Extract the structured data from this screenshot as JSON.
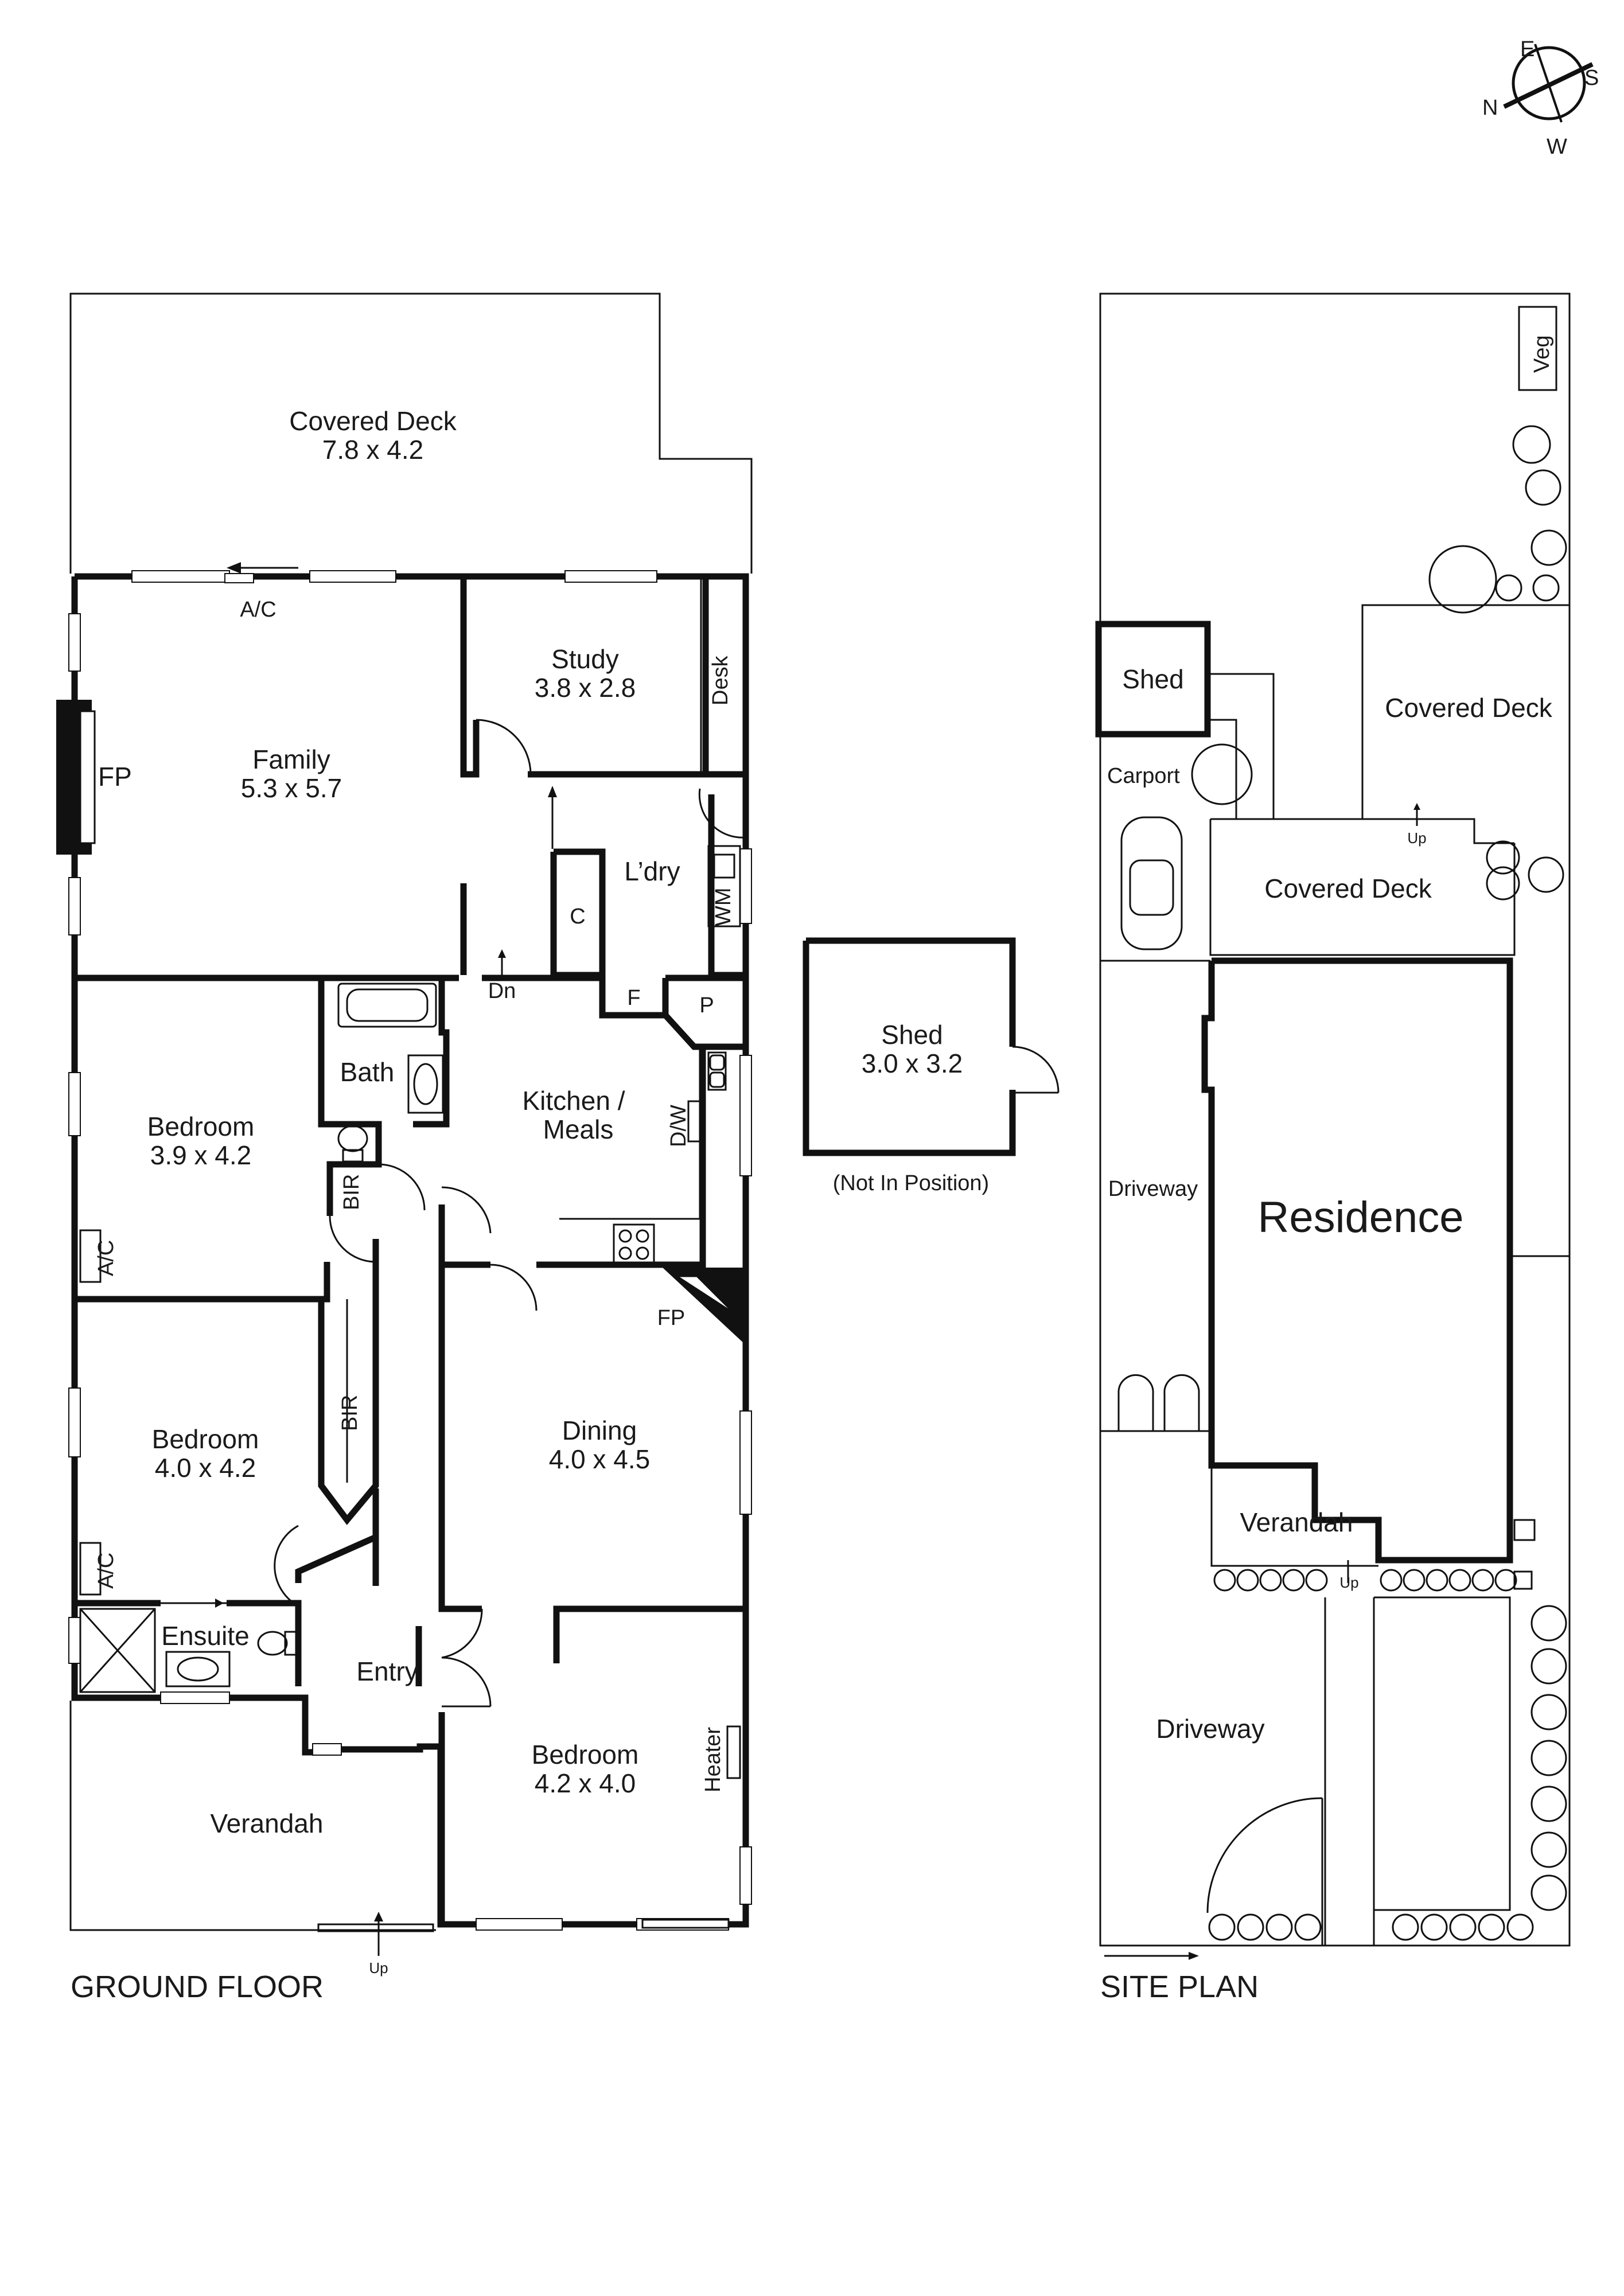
{
  "compass": {
    "n": "N",
    "e": "E",
    "s": "S",
    "w": "W"
  },
  "ground_floor": {
    "title": "GROUND FLOOR",
    "covered_deck": {
      "name": "Covered Deck",
      "dims": "7.8 x 4.2"
    },
    "family": {
      "name": "Family",
      "dims": "5.3 x 5.7"
    },
    "study": {
      "name": "Study",
      "dims": "3.8 x 2.8"
    },
    "desk": "Desk",
    "ac_family": "A/C",
    "fp_family": "FP",
    "laundry": "L’dry",
    "wm": "WM",
    "cupboard": "C",
    "fridge": "F",
    "pantry": "P",
    "dn": "Dn",
    "bath": "Bath",
    "bir_bath": "BIR",
    "bedroom1": {
      "name": "Bedroom",
      "dims": "3.9 x 4.2"
    },
    "ac_bed1": "A/C",
    "kitchen": {
      "name": "Kitchen /",
      "name2": "Meals"
    },
    "dw": "D/W",
    "fp_dining": "FP",
    "dining": {
      "name": "Dining",
      "dims": "4.0 x 4.5"
    },
    "bedroom2": {
      "name": "Bedroom",
      "dims": "4.0 x 4.2"
    },
    "bir_bed2": "BIR",
    "ac_bed2": "A/C",
    "ensuite": "Ensuite",
    "entry": "Entry",
    "bedroom3": {
      "name": "Bedroom",
      "dims": "4.2 x 4.0"
    },
    "heater": "Heater",
    "verandah": "Verandah",
    "up": "Up"
  },
  "shed_detached": {
    "name": "Shed",
    "dims": "3.0 x 3.2",
    "note": "(Not In Position)"
  },
  "site_plan": {
    "title": "SITE PLAN",
    "veg": "Veg",
    "shed": "Shed",
    "carport": "Carport",
    "covered_deck_top": "Covered Deck",
    "covered_deck_mid": "Covered Deck",
    "up_top": "Up",
    "driveway_side": "Driveway",
    "residence": "Residence",
    "verandah": "Verandah",
    "up_front": "Up",
    "driveway_front": "Driveway"
  }
}
